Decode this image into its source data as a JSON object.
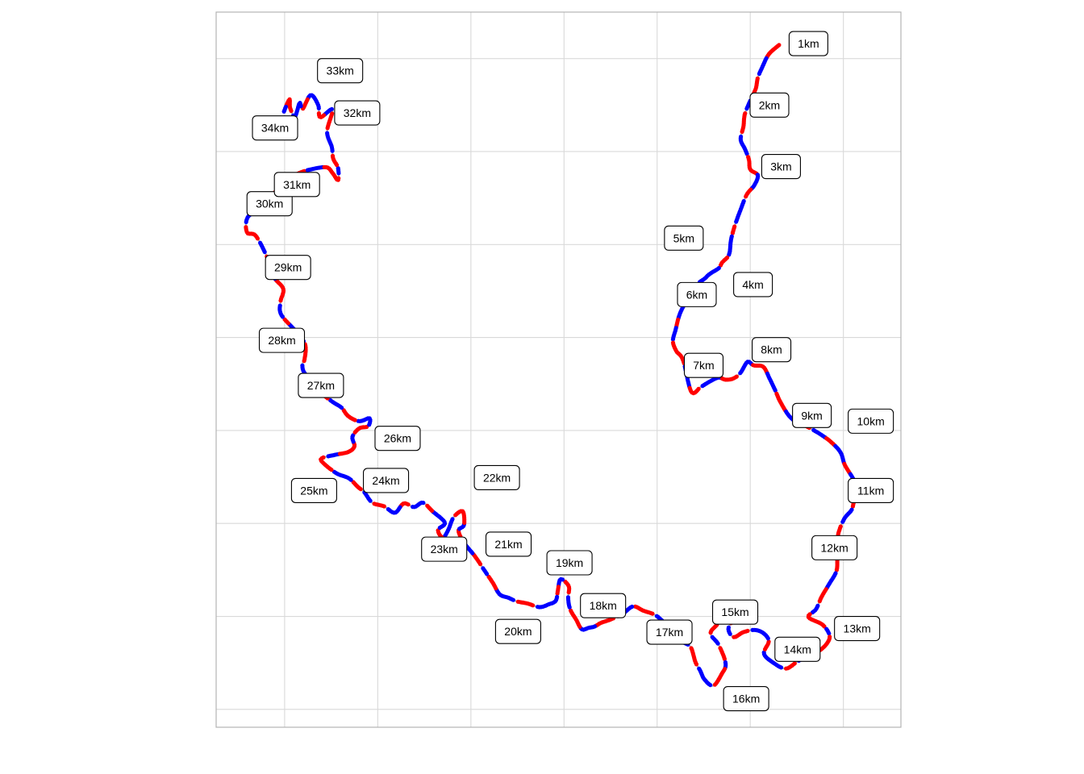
{
  "chart_data": {
    "type": "scatter",
    "title": "",
    "xlabel": "",
    "ylabel": "",
    "x_range": [
      0,
      100
    ],
    "y_range": [
      0,
      100
    ],
    "x_gridlines": [
      10,
      23.6,
      37.2,
      50.8,
      64.4,
      78,
      91.6
    ],
    "y_gridlines": [
      2.5,
      15.5,
      28.5,
      41.5,
      54.5,
      67.5,
      80.5,
      93.5
    ],
    "grid": true,
    "axis_ticks_visible": false,
    "legend": "none",
    "colors": {
      "series_a": "#ff0000",
      "series_b": "#0000ff",
      "connector": "#b8b8b8",
      "grid": "#d9d9d9",
      "panel_border": "#b3b3b3"
    },
    "route": [
      [
        82.2,
        95.4
      ],
      [
        80.7,
        94.1
      ],
      [
        79.8,
        92.4
      ],
      [
        79.1,
        90.8
      ],
      [
        78.8,
        89.3
      ],
      [
        77.9,
        87.4
      ],
      [
        77.2,
        85.7
      ],
      [
        77.0,
        84.0
      ],
      [
        76.6,
        82.2
      ],
      [
        77.2,
        80.9
      ],
      [
        77.8,
        79.4
      ],
      [
        78.0,
        78.0
      ],
      [
        79.1,
        77.2
      ],
      [
        78.6,
        75.8
      ],
      [
        77.5,
        74.5
      ],
      [
        76.6,
        72.4
      ],
      [
        75.8,
        70.3
      ],
      [
        75.2,
        68.2
      ],
      [
        74.9,
        66.1
      ],
      [
        73.9,
        65.0
      ],
      [
        73.4,
        64.2
      ],
      [
        72.1,
        63.4
      ],
      [
        71.3,
        62.7
      ],
      [
        70.3,
        62.0
      ],
      [
        69.2,
        60.6
      ],
      [
        68.3,
        59.0
      ],
      [
        67.6,
        57.5
      ],
      [
        67.1,
        55.6
      ],
      [
        66.7,
        54.0
      ],
      [
        67.2,
        52.6
      ],
      [
        68.2,
        51.3
      ],
      [
        69.4,
        46.9
      ],
      [
        70.8,
        47.6
      ],
      [
        72.2,
        48.4
      ],
      [
        73.4,
        48.9
      ],
      [
        74.4,
        48.6
      ],
      [
        75.6,
        48.8
      ],
      [
        76.6,
        49.6
      ],
      [
        77.6,
        51.1
      ],
      [
        78.5,
        50.6
      ],
      [
        79.9,
        50.4
      ],
      [
        80.8,
        48.8
      ],
      [
        81.6,
        47.2
      ],
      [
        82.5,
        45.3
      ],
      [
        84.0,
        43.2
      ],
      [
        86.0,
        42.2
      ],
      [
        88.2,
        41.0
      ],
      [
        89.9,
        39.8
      ],
      [
        91.2,
        38.4
      ],
      [
        91.8,
        36.7
      ],
      [
        93.0,
        34.8
      ],
      [
        93.8,
        33.2
      ],
      [
        93.2,
        31.8
      ],
      [
        92.8,
        30.4
      ],
      [
        91.7,
        29.1
      ],
      [
        90.8,
        26.8
      ],
      [
        90.7,
        24.1
      ],
      [
        90.6,
        21.9
      ],
      [
        89.5,
        20.0
      ],
      [
        88.4,
        18.2
      ],
      [
        87.6,
        16.5
      ],
      [
        86.5,
        15.4
      ],
      [
        88.6,
        14.3
      ],
      [
        89.6,
        12.6
      ],
      [
        88.5,
        11.0
      ],
      [
        86.8,
        10.2
      ],
      [
        84.9,
        9.2
      ],
      [
        83.2,
        8.2
      ],
      [
        81.4,
        9.0
      ],
      [
        80.0,
        10.3
      ],
      [
        80.7,
        12.0
      ],
      [
        80.0,
        13.1
      ],
      [
        78.7,
        13.6
      ],
      [
        77.0,
        13.3
      ],
      [
        75.6,
        12.6
      ],
      [
        74.8,
        13.7
      ],
      [
        75.4,
        15.1
      ],
      [
        74.5,
        15.8
      ],
      [
        73.2,
        14.4
      ],
      [
        72.2,
        13.1
      ],
      [
        73.4,
        11.5
      ],
      [
        74.4,
        8.9
      ],
      [
        73.8,
        7.4
      ],
      [
        72.6,
        5.8
      ],
      [
        71.3,
        6.7
      ],
      [
        70.7,
        7.9
      ],
      [
        70.0,
        9.1
      ],
      [
        69.3,
        11.2
      ],
      [
        68.1,
        12.0
      ],
      [
        66.8,
        13.4
      ],
      [
        65.6,
        14.5
      ],
      [
        64.1,
        15.7
      ],
      [
        62.4,
        16.3
      ],
      [
        60.9,
        16.9
      ],
      [
        59.4,
        15.9
      ],
      [
        57.7,
        15.1
      ],
      [
        56.2,
        14.6
      ],
      [
        55.3,
        14.1
      ],
      [
        54.4,
        13.9
      ],
      [
        53.4,
        13.7
      ],
      [
        52.6,
        15.0
      ],
      [
        51.7,
        16.5
      ],
      [
        51.4,
        18.1
      ],
      [
        51.5,
        19.7
      ],
      [
        50.3,
        20.7
      ],
      [
        49.9,
        19.1
      ],
      [
        49.6,
        17.7
      ],
      [
        48.6,
        17.2
      ],
      [
        47.2,
        16.8
      ],
      [
        45.5,
        17.3
      ],
      [
        43.9,
        17.6
      ],
      [
        42.7,
        18.1
      ],
      [
        41.4,
        18.6
      ],
      [
        40.4,
        20.2
      ],
      [
        39.2,
        21.9
      ],
      [
        37.8,
        23.9
      ],
      [
        36.2,
        25.8
      ],
      [
        35.4,
        27.5
      ],
      [
        36.2,
        28.3
      ],
      [
        36.0,
        30.2
      ],
      [
        34.7,
        29.4
      ],
      [
        33.9,
        27.6
      ],
      [
        33.1,
        26.5
      ],
      [
        32.4,
        27.6
      ],
      [
        33.4,
        28.6
      ],
      [
        31.6,
        30.2
      ],
      [
        30.2,
        31.4
      ],
      [
        28.9,
        30.8
      ],
      [
        27.4,
        31.3
      ],
      [
        26.1,
        30.0
      ],
      [
        24.5,
        30.9
      ],
      [
        22.8,
        31.4
      ],
      [
        21.6,
        32.9
      ],
      [
        20.7,
        33.6
      ],
      [
        19.4,
        34.8
      ],
      [
        17.6,
        35.5
      ],
      [
        15.7,
        36.9
      ],
      [
        15.4,
        37.6
      ],
      [
        17.4,
        38.1
      ],
      [
        19.3,
        38.5
      ],
      [
        20.2,
        39.3
      ],
      [
        19.9,
        40.6
      ],
      [
        20.9,
        41.8
      ],
      [
        22.2,
        42.1
      ],
      [
        22.4,
        43.2
      ],
      [
        20.9,
        42.8
      ],
      [
        19.3,
        43.5
      ],
      [
        18.3,
        44.7
      ],
      [
        17.0,
        45.5
      ],
      [
        15.4,
        46.7
      ],
      [
        14.0,
        48.4
      ],
      [
        12.8,
        49.7
      ],
      [
        12.6,
        50.8
      ],
      [
        12.9,
        51.4
      ],
      [
        13.0,
        53.5
      ],
      [
        11.7,
        55.3
      ],
      [
        9.5,
        57.7
      ],
      [
        9.4,
        59.5
      ],
      [
        9.8,
        61.3
      ],
      [
        8.4,
        63.0
      ],
      [
        7.5,
        65.6
      ],
      [
        5.8,
        68.7
      ],
      [
        4.5,
        69.2
      ],
      [
        4.6,
        71.3
      ],
      [
        6.6,
        72.7
      ],
      [
        8.2,
        74.3
      ],
      [
        9.6,
        76.1
      ],
      [
        11.9,
        77.4
      ],
      [
        13.8,
        78.0
      ],
      [
        16.1,
        78.3
      ],
      [
        17.0,
        77.5
      ],
      [
        17.8,
        76.5
      ],
      [
        17.8,
        78.2
      ],
      [
        17.1,
        79.5
      ],
      [
        16.9,
        81.1
      ],
      [
        16.2,
        83.3
      ],
      [
        17.0,
        86.4
      ],
      [
        15.2,
        85.3
      ],
      [
        14.9,
        87.0
      ],
      [
        13.8,
        88.4
      ],
      [
        12.6,
        86.4
      ],
      [
        12.2,
        87.3
      ],
      [
        11.5,
        85.4
      ],
      [
        10.8,
        86.6
      ],
      [
        10.7,
        87.8
      ],
      [
        9.9,
        86.1
      ]
    ],
    "km_markers": [
      {
        "label": "1km",
        "x": 86.5,
        "y": 95.6
      },
      {
        "label": "2km",
        "x": 80.8,
        "y": 87.0
      },
      {
        "label": "3km",
        "x": 82.5,
        "y": 78.4
      },
      {
        "label": "4km",
        "x": 78.4,
        "y": 61.9
      },
      {
        "label": "5km",
        "x": 68.3,
        "y": 68.4
      },
      {
        "label": "6km",
        "x": 70.2,
        "y": 60.5
      },
      {
        "label": "7km",
        "x": 71.2,
        "y": 50.6
      },
      {
        "label": "8km",
        "x": 81.1,
        "y": 52.8
      },
      {
        "label": "9km",
        "x": 87.0,
        "y": 43.6
      },
      {
        "label": "10km",
        "x": 95.6,
        "y": 42.8
      },
      {
        "label": "11km",
        "x": 95.6,
        "y": 33.1
      },
      {
        "label": "12km",
        "x": 90.3,
        "y": 25.1
      },
      {
        "label": "13km",
        "x": 93.6,
        "y": 13.8
      },
      {
        "label": "14km",
        "x": 84.9,
        "y": 10.9
      },
      {
        "label": "15km",
        "x": 75.8,
        "y": 16.1
      },
      {
        "label": "16km",
        "x": 77.4,
        "y": 4.0
      },
      {
        "label": "17km",
        "x": 66.2,
        "y": 13.3
      },
      {
        "label": "18km",
        "x": 56.5,
        "y": 17.0
      },
      {
        "label": "19km",
        "x": 51.6,
        "y": 23.0
      },
      {
        "label": "20km",
        "x": 44.1,
        "y": 13.4
      },
      {
        "label": "21km",
        "x": 42.7,
        "y": 25.6
      },
      {
        "label": "22km",
        "x": 41.0,
        "y": 34.9
      },
      {
        "label": "23km",
        "x": 33.3,
        "y": 24.9
      },
      {
        "label": "24km",
        "x": 24.8,
        "y": 34.5
      },
      {
        "label": "25km",
        "x": 14.3,
        "y": 33.1
      },
      {
        "label": "26km",
        "x": 26.5,
        "y": 40.4
      },
      {
        "label": "27km",
        "x": 15.3,
        "y": 47.8
      },
      {
        "label": "28km",
        "x": 9.6,
        "y": 54.1
      },
      {
        "label": "29km",
        "x": 10.5,
        "y": 64.3
      },
      {
        "label": "30km",
        "x": 7.8,
        "y": 73.2
      },
      {
        "label": "31km",
        "x": 11.8,
        "y": 75.9
      },
      {
        "label": "32km",
        "x": 20.6,
        "y": 85.9
      },
      {
        "label": "33km",
        "x": 18.1,
        "y": 91.8
      },
      {
        "label": "34km",
        "x": 8.6,
        "y": 83.8
      }
    ]
  }
}
